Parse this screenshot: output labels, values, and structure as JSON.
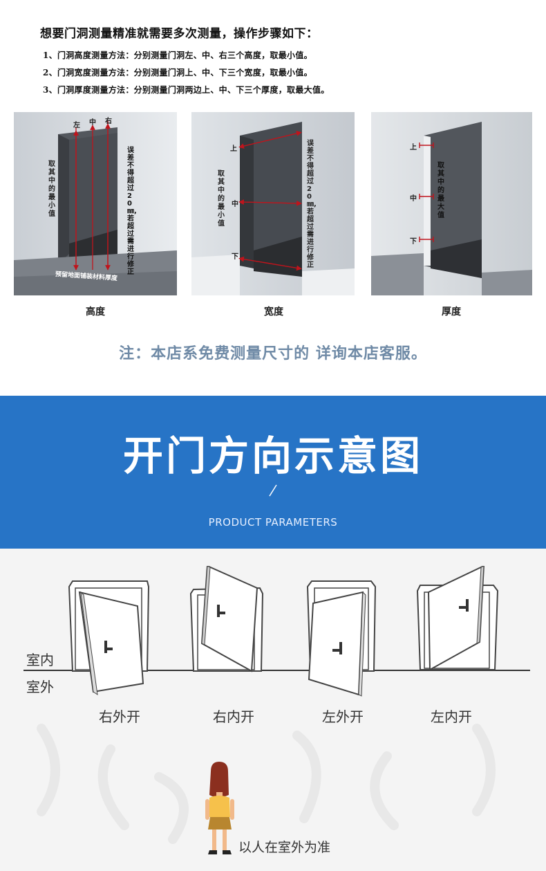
{
  "measure": {
    "title": "想要门洞测量精准就需要多次测量，操作步骤如下：",
    "steps": [
      "1、门洞高度测量方法：分别测量门洞左、中、右三个高度，取最小值。",
      "2、门洞宽度测量方法：分别测量门洞上、中、下三个宽度，取最小值。",
      "3、门洞厚度测量方法：分别测量门洞两边上、中、下三个厚度，取最大值。"
    ],
    "panel_height": {
      "caption": "高度",
      "top_labels": [
        "左",
        "中",
        "右"
      ],
      "side_note": "取其中的最小值",
      "error_note": "误差不得超过20㎜,若超过需进行修正",
      "floor_note": "预留地面铺装材料厚度"
    },
    "panel_width": {
      "caption": "宽度",
      "labels": [
        "上",
        "中",
        "下"
      ],
      "side_note": "取其中的最小值",
      "error_note": "误差不得超过20㎜,若超过需进行修正"
    },
    "panel_thickness": {
      "caption": "厚度",
      "labels": [
        "上",
        "中",
        "下"
      ],
      "side_note": "取其中的最大值"
    },
    "note": "注：本店系免费测量尺寸的 详询本店客服。"
  },
  "banner": {
    "title": "开门方向示意图",
    "subtitle": "PRODUCT PARAMETERS"
  },
  "directions": {
    "indoor": "室内",
    "outdoor": "室外",
    "doors": [
      "右外开",
      "右内开",
      "左外开",
      "左内开"
    ],
    "person_note": "以人在室外为准"
  },
  "colors": {
    "banner": "#2774c6",
    "note": "#6f8aa6",
    "arrow": "#c0141c",
    "person_hair": "#8b2f1f",
    "person_shirt": "#f6c14b",
    "person_skirt": "#b8862f"
  }
}
